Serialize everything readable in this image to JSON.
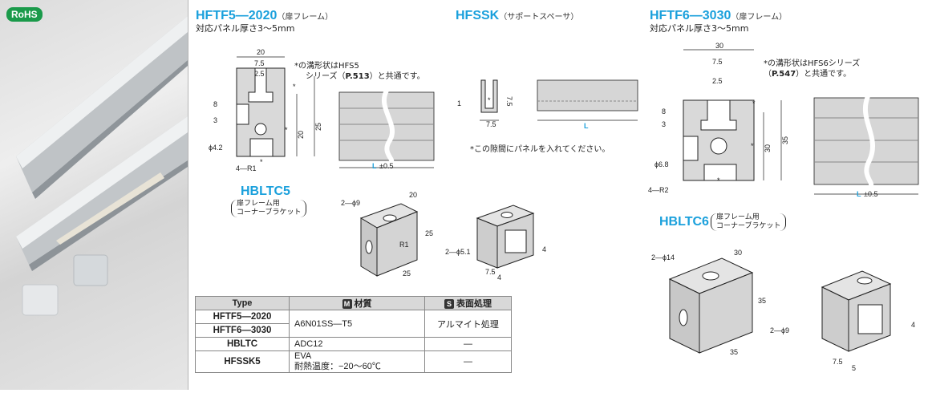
{
  "badge": {
    "rohs": "RoHS"
  },
  "sections": {
    "hftf5": {
      "title": "HFTF5—2020",
      "paren": "（扉フレーム）",
      "sub": "対応パネル厚さ3～5mm",
      "note1": "*の溝形状はHFS5",
      "note2a": "シリーズ（",
      "note2b": "P.513",
      "note2c": "）と共通です。",
      "dims": {
        "w20": "20",
        "w75": "7.5",
        "w25": "2.5",
        "h3": "3",
        "h8": "8",
        "h20": "20",
        "h25": "25",
        "phi": "ϕ4.2",
        "r": "4—R1",
        "star": "*",
        "len": "L",
        "tol": "±0.5"
      }
    },
    "hfssk": {
      "title": "HFSSK",
      "paren": "（サポートスペーサ）",
      "note": "*この隙間にパネルを入れてください。",
      "dims": {
        "w": "7.5",
        "h": "7.5",
        "t": "1",
        "star": "*",
        "len": "L"
      }
    },
    "hftf6": {
      "title": "HFTF6—3030",
      "paren": "（扉フレーム）",
      "sub": "対応パネル厚さ3～5mm",
      "note1": "*の溝形状はHFS6シリーズ",
      "note2a": "（",
      "note2b": "P.547",
      "note2c": "）と共通です。",
      "dims": {
        "w30": "30",
        "w75": "7.5",
        "w25": "2.5",
        "h3": "3",
        "h8": "8",
        "h30": "30",
        "h35": "35",
        "phi": "ϕ6.8",
        "r": "4—R2",
        "star": "*",
        "len": "L",
        "tol": "±0.5"
      }
    },
    "hbltc5": {
      "title": "HBLTC5",
      "d1": "扉フレーム用",
      "d2": "コーナーブラケット",
      "dims": {
        "phi9": "2—ϕ9",
        "d20": "20",
        "d25a": "25",
        "d25b": "25",
        "r1": "R1",
        "phi51": "2—ϕ5.1",
        "d4a": "4",
        "d4b": "4",
        "d75": "7.5"
      }
    },
    "hbltc6": {
      "title": "HBLTC6",
      "d1": "扉フレーム用",
      "d2": "コーナーブラケット",
      "dims": {
        "phi14": "2—ϕ14",
        "d30": "30",
        "d35a": "35",
        "d35b": "35",
        "phi9": "2—ϕ9",
        "d4": "4",
        "d75": "7.5",
        "d5": "5"
      }
    }
  },
  "table": {
    "headers": {
      "type": "Type",
      "mat_mark": "M",
      "material": "材質",
      "surf_mark": "S",
      "surface": "表面処理"
    },
    "rows": [
      {
        "type1": "HFTF5—2020",
        "type2": "HFTF6—3030",
        "material": "A6N01SS—T5",
        "surface": "アルマイト処理"
      },
      {
        "type": "HBLTC",
        "material": "ADC12",
        "surface": "—"
      },
      {
        "type": "HFSSK5",
        "material1": "EVA",
        "material2": "耐熱温度：−20～60℃",
        "surface": "—"
      }
    ]
  },
  "colors": {
    "accent": "#1aa0dc",
    "rohs": "#1a9a4a",
    "profile": "#d9d9d9",
    "line": "#222222"
  }
}
